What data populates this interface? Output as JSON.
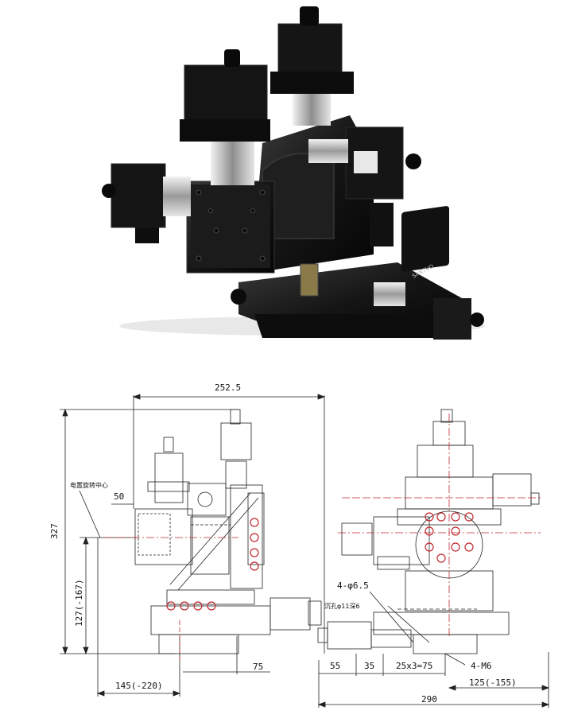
{
  "photo": {
    "logo_text": "SANTUO"
  },
  "drawing_left": {
    "dim_width": "252.5",
    "dim_height": "327",
    "dim_offset": "50",
    "dim_center_height": "127(-167)",
    "dim_bottom": "145(-220)",
    "dim_right": "75",
    "note_label": "电置旋转中心"
  },
  "drawing_right": {
    "label_holes": "4-φ6.5",
    "label_counterbore": "沉孔φ11深6",
    "dim_55": "55",
    "dim_35": "35",
    "dim_pitch": "25x3=75",
    "label_thread": "4-M6",
    "dim_offset": "125(-155)",
    "dim_total": "290"
  }
}
